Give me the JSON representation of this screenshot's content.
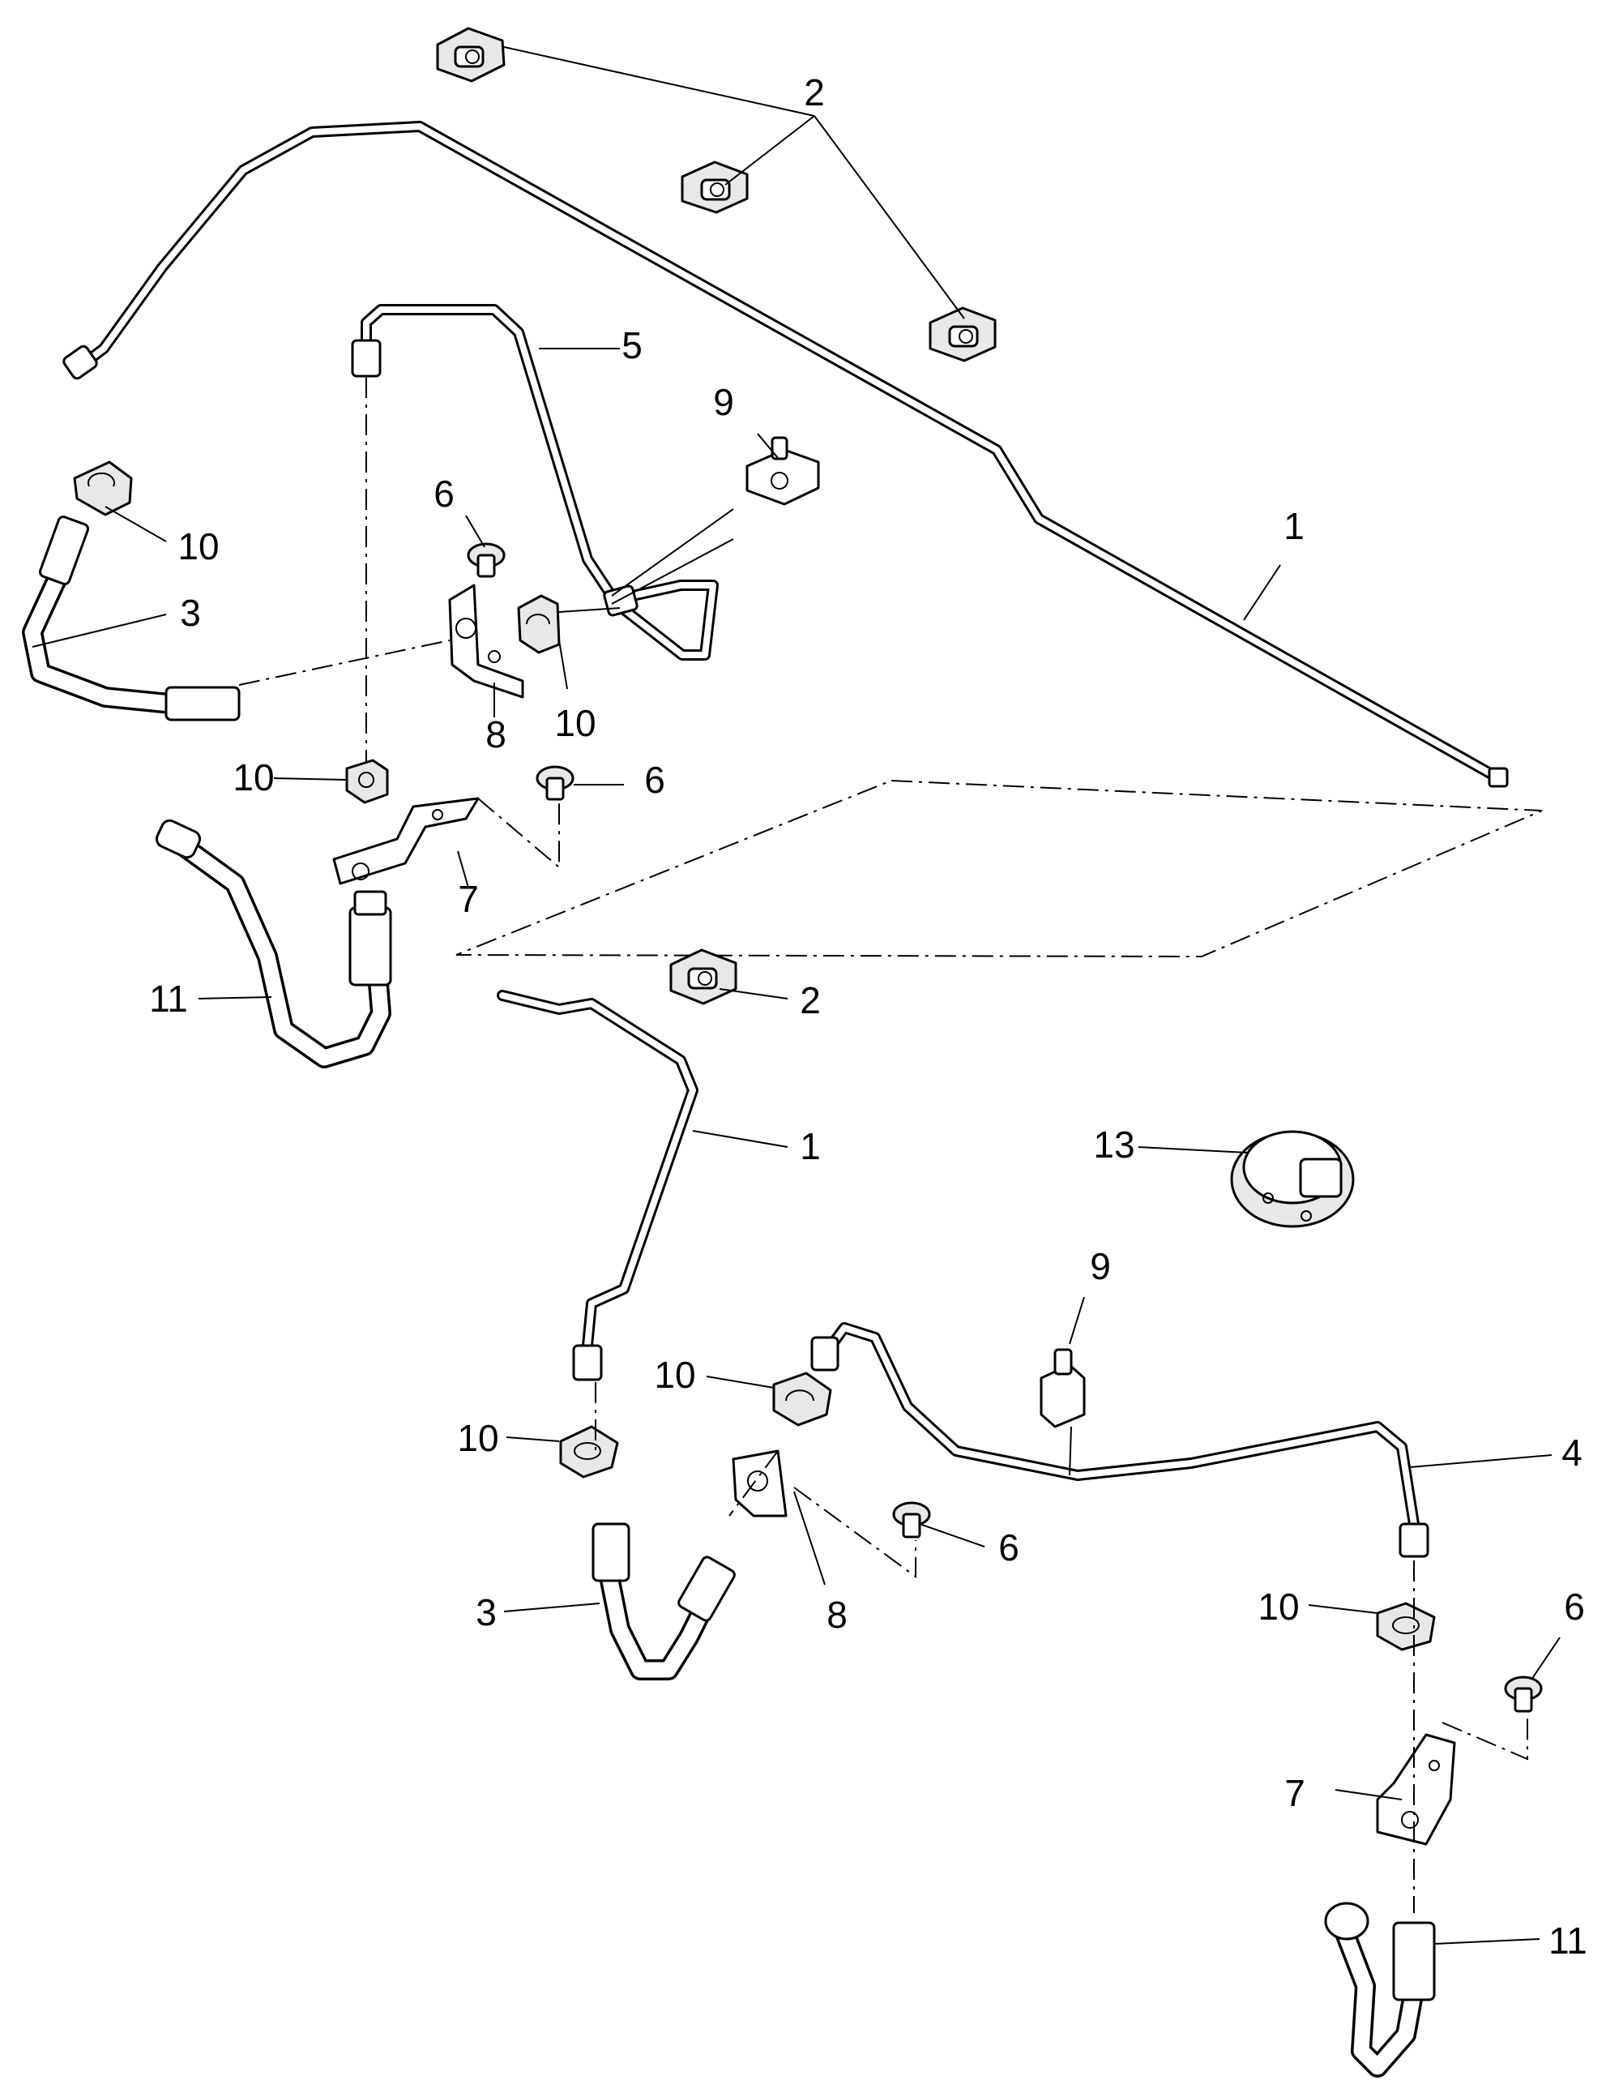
{
  "diagram": {
    "callouts": [
      {
        "id": "c2-top",
        "text": "2"
      },
      {
        "id": "c5",
        "text": "5"
      },
      {
        "id": "c9-top",
        "text": "9"
      },
      {
        "id": "c1-top",
        "text": "1"
      },
      {
        "id": "c10-a",
        "text": "10"
      },
      {
        "id": "c3-top",
        "text": "3"
      },
      {
        "id": "c6-a",
        "text": "6"
      },
      {
        "id": "c8-top",
        "text": "8"
      },
      {
        "id": "c10-b",
        "text": "10"
      },
      {
        "id": "c10-c",
        "text": "10"
      },
      {
        "id": "c6-b",
        "text": "6"
      },
      {
        "id": "c7-top",
        "text": "7"
      },
      {
        "id": "c11-left",
        "text": "11"
      },
      {
        "id": "c2-mid",
        "text": "2"
      },
      {
        "id": "c1-mid",
        "text": "1"
      },
      {
        "id": "c13",
        "text": "13"
      },
      {
        "id": "c9-bot",
        "text": "9"
      },
      {
        "id": "c10-d",
        "text": "10"
      },
      {
        "id": "c10-e",
        "text": "10"
      },
      {
        "id": "c4",
        "text": "4"
      },
      {
        "id": "c6-c",
        "text": "6"
      },
      {
        "id": "c3-bot",
        "text": "3"
      },
      {
        "id": "c8-bot",
        "text": "8"
      },
      {
        "id": "c10-f",
        "text": "10"
      },
      {
        "id": "c6-d",
        "text": "6"
      },
      {
        "id": "c7-bot",
        "text": "7"
      },
      {
        "id": "c11-right",
        "text": "11"
      }
    ]
  }
}
